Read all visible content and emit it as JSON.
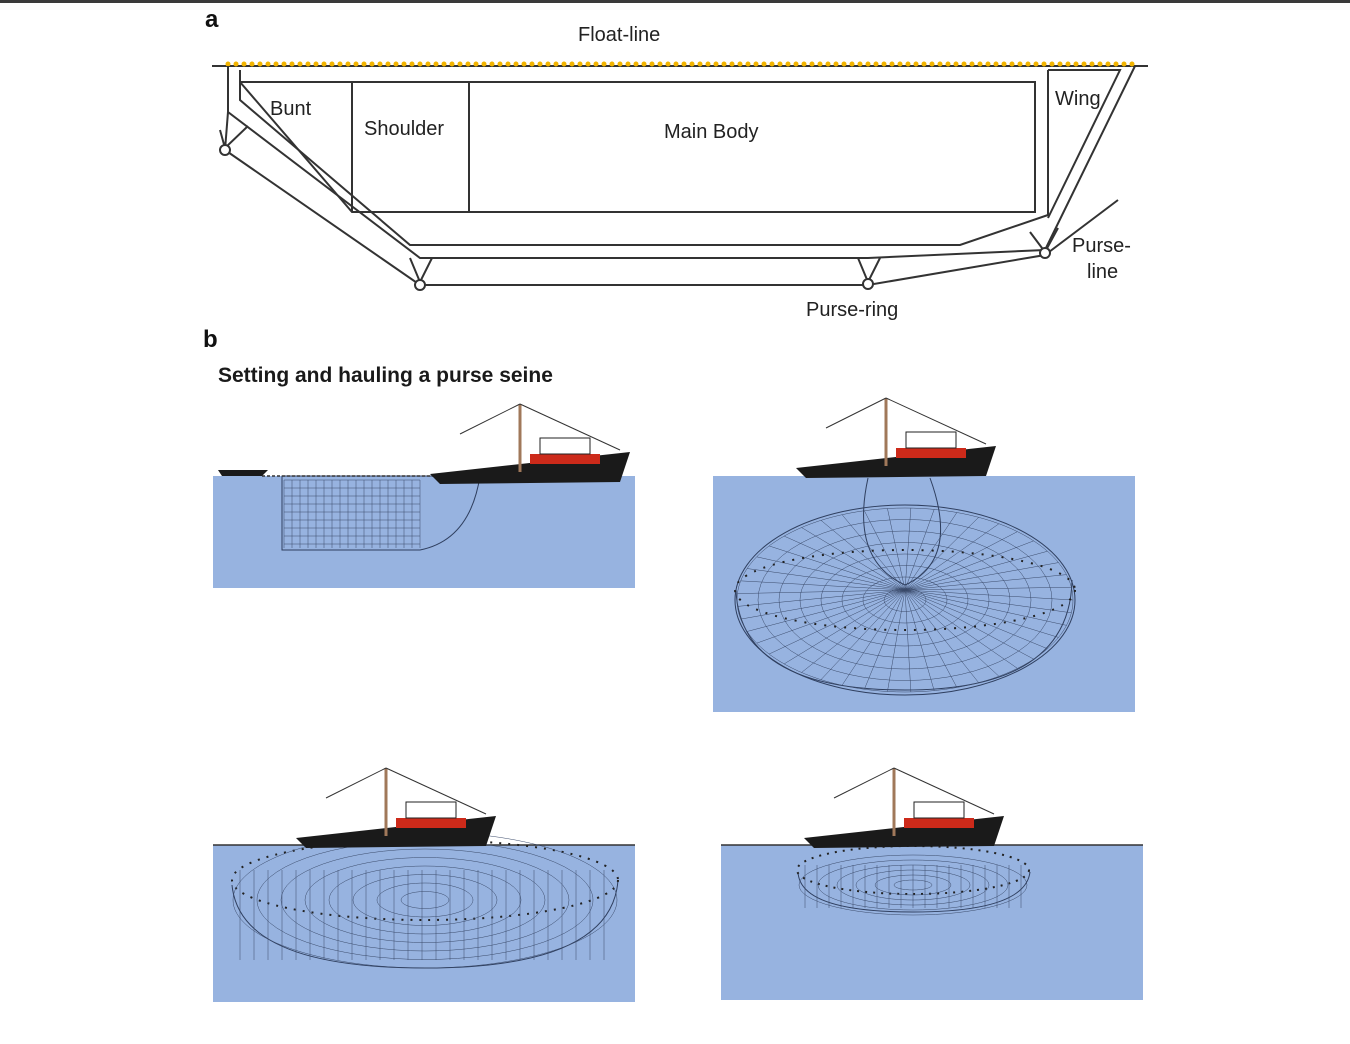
{
  "panel_a": {
    "letter": "a",
    "labels": {
      "float_line": "Float-line",
      "bunt": "Bunt",
      "shoulder": "Shoulder",
      "main_body": "Main Body",
      "wing": "Wing",
      "purse_line_1": "Purse-",
      "purse_line_2": "line",
      "purse_ring": "Purse-ring"
    }
  },
  "panel_b": {
    "letter": "b",
    "title": "Setting and hauling a purse seine"
  },
  "colors": {
    "water": "#97b3e0",
    "float": "#f2b400",
    "net_line": "#333333",
    "boat_hull": "#1a1a1a",
    "boat_stripe": "#cc2a1a",
    "mast": "#a0785a"
  }
}
